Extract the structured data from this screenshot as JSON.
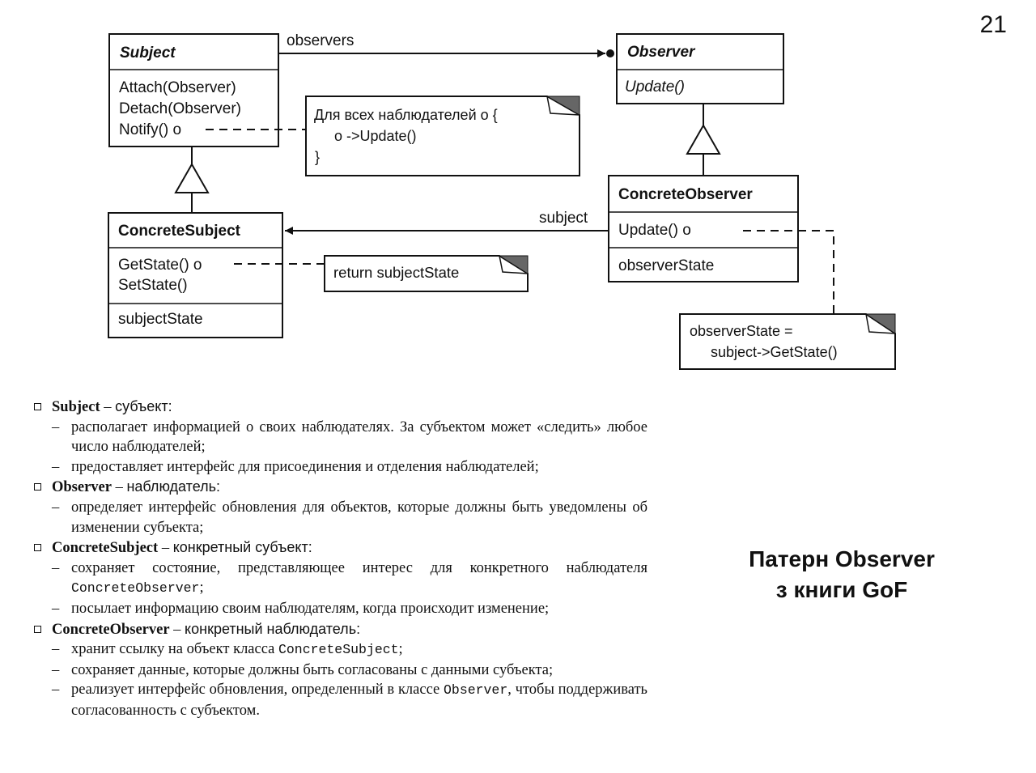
{
  "slide_number": "21",
  "diagram": {
    "subject": {
      "name": "Subject",
      "methods": [
        "Attach(Observer)",
        "Detach(Observer)",
        "Notify() o"
      ]
    },
    "observer": {
      "name": "Observer",
      "methods": [
        "Update()"
      ]
    },
    "concrete_subject": {
      "name": "ConcreteSubject",
      "methods": [
        "GetState() o",
        "SetState()"
      ],
      "fields": [
        "subjectState"
      ]
    },
    "concrete_observer": {
      "name": "ConcreteObserver",
      "methods": [
        "Update() o"
      ],
      "fields": [
        "observerState"
      ]
    },
    "assoc_observers": "observers",
    "assoc_subject": "subject",
    "note_notify": [
      "Для всех наблюдателей о {",
      "o ->Update()",
      "}"
    ],
    "note_getstate": [
      "return subjectState"
    ],
    "note_update": [
      "observerState =",
      "subject->GetState()"
    ]
  },
  "description": [
    {
      "name": "Subject",
      "role": "субъект:",
      "items": [
        [
          "располагает информацией о своих наблюдателях. За субъектом может «следить» любое число наблюдателей;"
        ],
        [
          "предоставляет интерфейс для присоединения и отделения наблюдателей;"
        ]
      ]
    },
    {
      "name": "Observer",
      "role": "наблюдатель:",
      "items": [
        [
          "определяет интерфейс обновления для объектов, которые должны быть уведомлены об изменении субъекта;"
        ]
      ]
    },
    {
      "name": "ConcreteSubject",
      "role": "конкретный субъект:",
      "items": [
        [
          "сохраняет состояние, представляющее интерес для конкретного наблюдателя ",
          "ConcreteObserver",
          ";"
        ],
        [
          "посылает информацию своим наблюдателям, когда происходит изменение;"
        ]
      ]
    },
    {
      "name": "ConcreteObserver",
      "role": "конкретный наблюдатель:",
      "items": [
        [
          "хранит ссылку на объект класса ",
          "ConcreteSubject",
          ";"
        ],
        [
          "сохраняет данные, которые должны быть согласованы с данными субъекта;"
        ],
        [
          "реализует интерфейс обновления, определенный в классе ",
          "Observer",
          ", чтобы поддерживать согласованность с субъектом."
        ]
      ]
    }
  ],
  "caption": {
    "line1": "Патерн Observer",
    "line2": "з книги GoF"
  }
}
